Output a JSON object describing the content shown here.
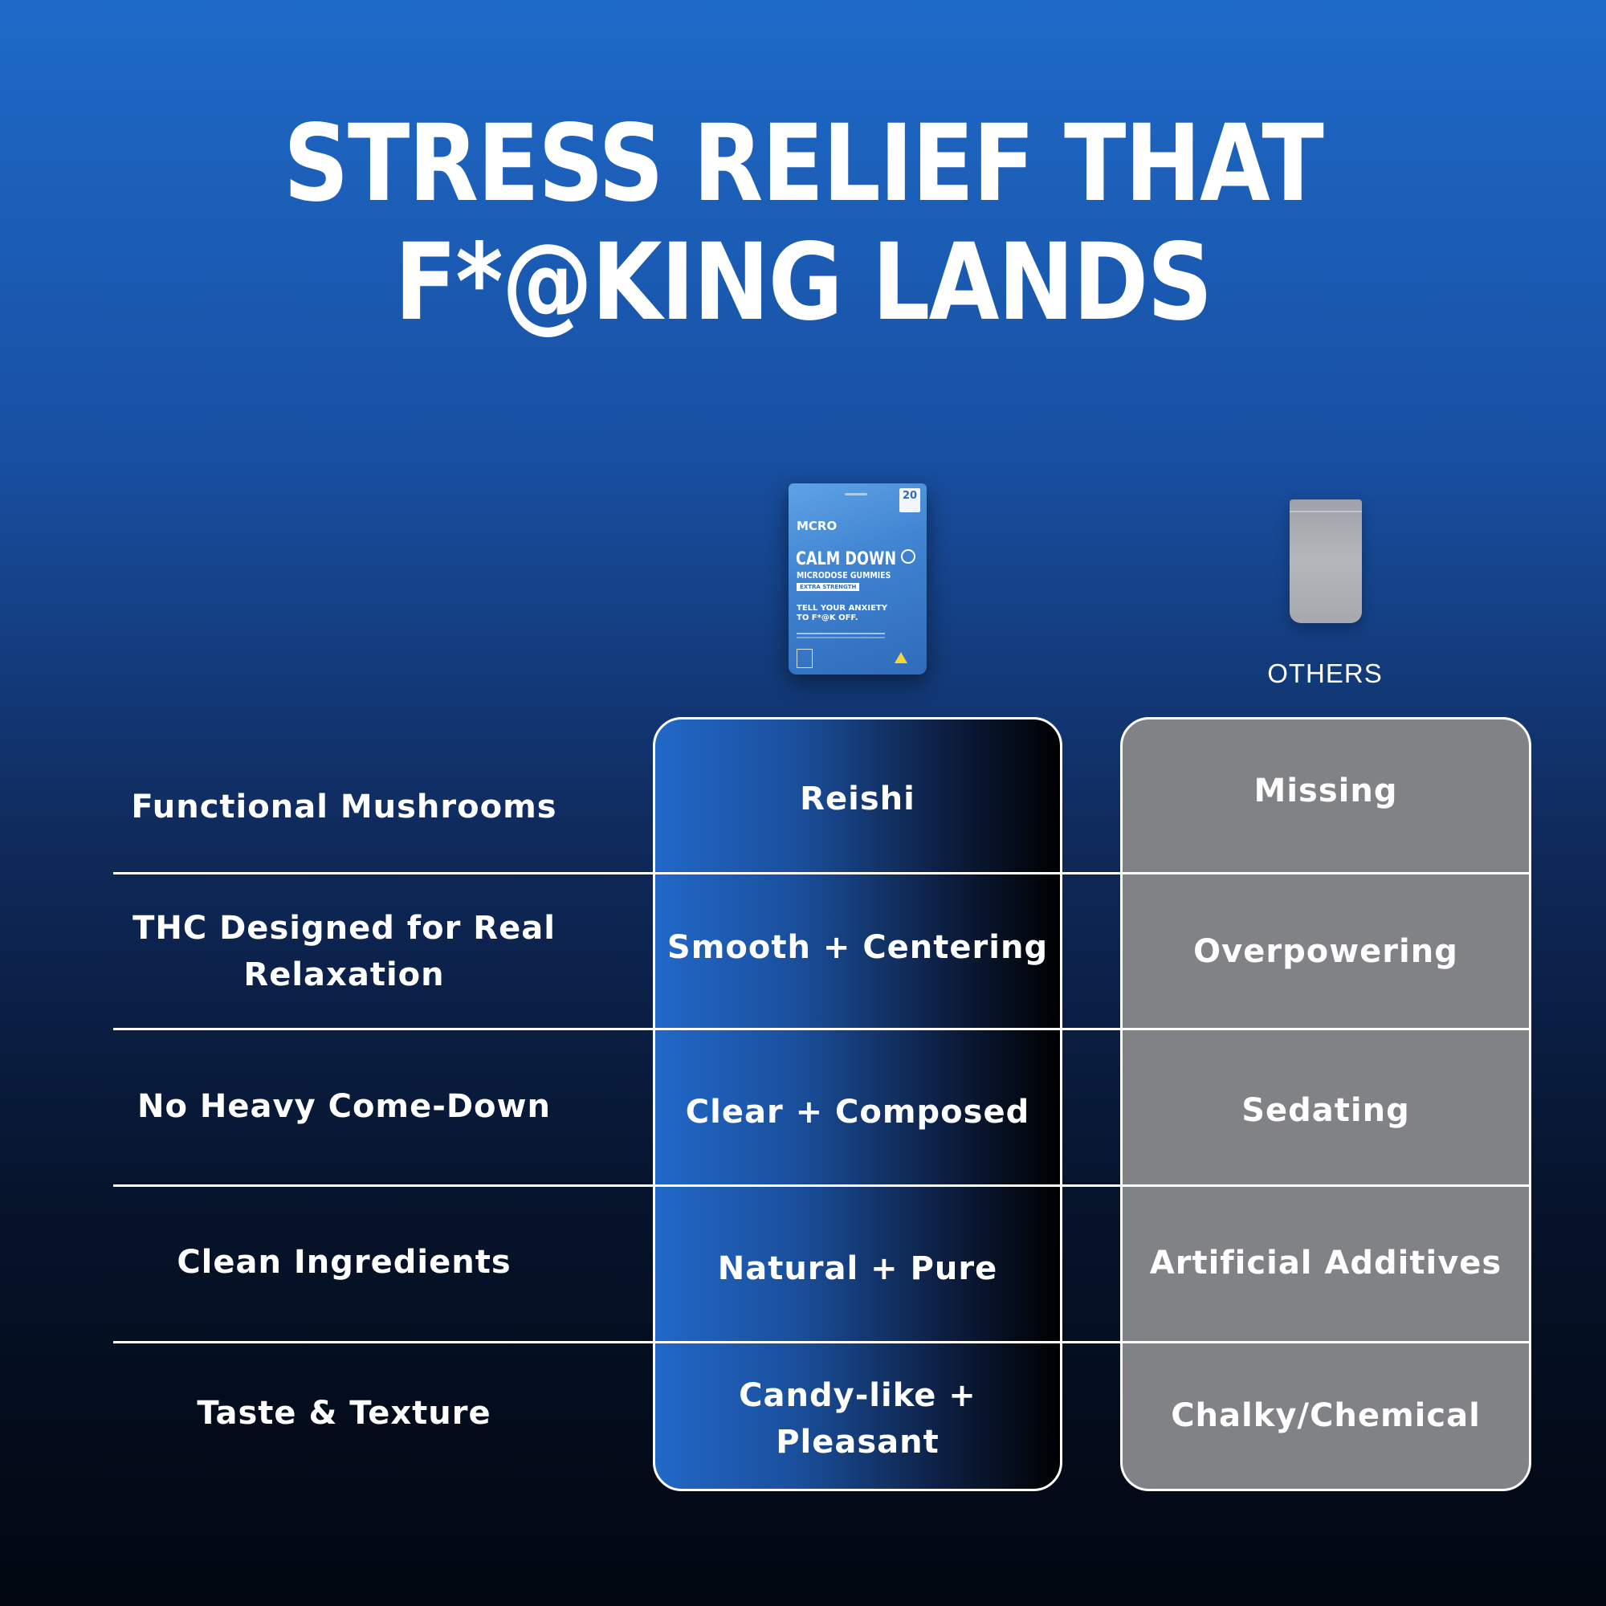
{
  "headline": {
    "line1": "STRESS RELIEF THAT",
    "line2": "F*@KING LANDS"
  },
  "product": {
    "brand": "MCRO",
    "count": "20",
    "name": "CALM DOWN",
    "subtitle": "MICRODOSE GUMMIES",
    "strength": "EXTRA STRENGTH",
    "tagline_1": "TELL YOUR ANXIETY",
    "tagline_2": "TO F*@K OFF."
  },
  "others_label": "OTHERS",
  "rows": [
    {
      "feature": "Functional Mushrooms",
      "ours": "Reishi",
      "others": "Missing"
    },
    {
      "feature": "THC Designed for Real Relaxation",
      "ours": "Smooth + Centering",
      "others": "Overpowering"
    },
    {
      "feature": "No Heavy Come-Down",
      "ours": "Clear + Composed",
      "others": "Sedating"
    },
    {
      "feature": "Clean Ingredients",
      "ours": "Natural + Pure",
      "others": "Artificial Additives"
    },
    {
      "feature": "Taste & Texture",
      "ours": "Candy-like + Pleasant",
      "others": "Chalky/Chemical"
    }
  ],
  "colors": {
    "background_top": "#1e6ac9",
    "background_bottom": "#020710",
    "ours_column_start": "#2168c8",
    "ours_column_end": "#000000",
    "others_column": "#808286",
    "text": "#ffffff"
  }
}
